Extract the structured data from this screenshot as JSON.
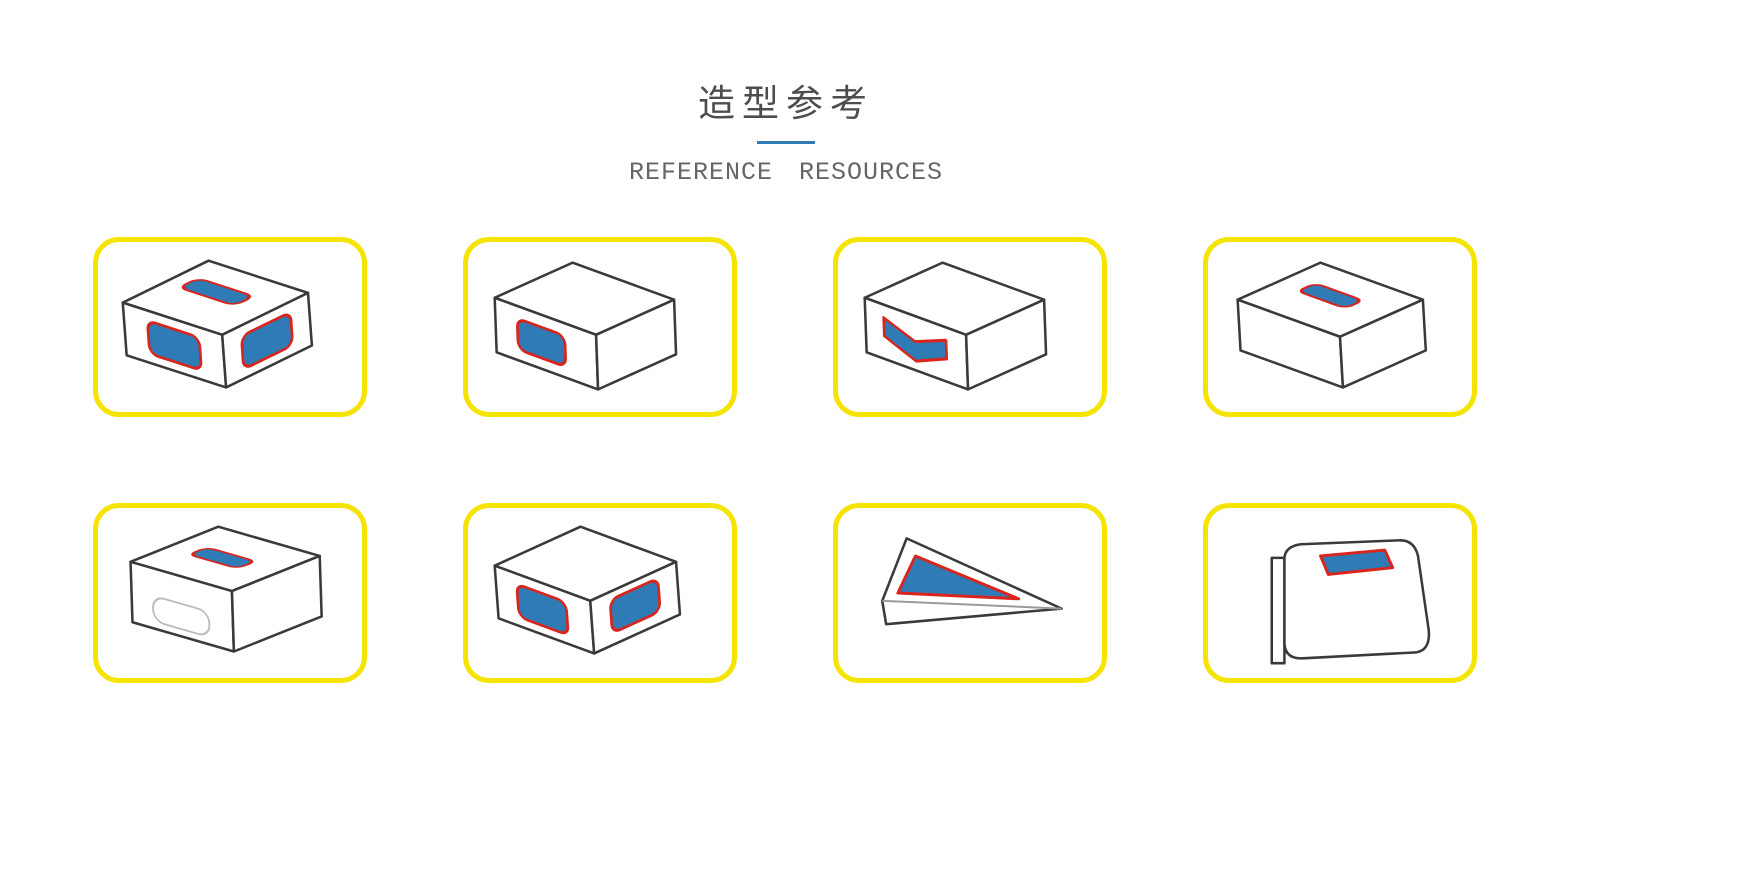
{
  "page": {
    "title": "造型参考",
    "subtitle": "REFERENCE RESOURCES"
  },
  "colors": {
    "accent_blue": "#2E7BB5",
    "card_border_yellow": "#F5E400",
    "window_blue": "#2E7BB5",
    "window_red": "#D9251D",
    "outline_dark": "#3A3A3A",
    "title_gray": "#4D4D4D",
    "subtitle_gray": "#666666"
  },
  "cards": [
    {
      "icon": "box-top-front-side-windows-drawing"
    },
    {
      "icon": "box-front-window-drawing"
    },
    {
      "icon": "box-chevron-window-drawing"
    },
    {
      "icon": "box-top-window-drawing"
    },
    {
      "icon": "box-top-window-ghost-front-drawing"
    },
    {
      "icon": "box-front-side-windows-drawing"
    },
    {
      "icon": "wedge-triangle-window-drawing"
    },
    {
      "icon": "soft-pack-top-window-flange-drawing"
    }
  ]
}
